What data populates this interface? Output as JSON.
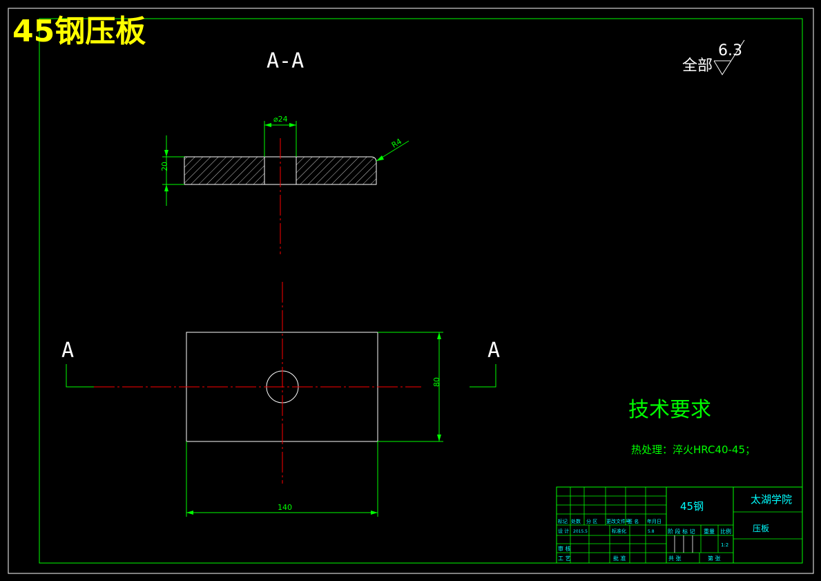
{
  "title": {
    "text": "45钢压板",
    "color": "#ffff00"
  },
  "section_label": "A-A",
  "roughness": {
    "prefix": "全部",
    "value": "6.3"
  },
  "dimensions": {
    "hole_diameter": "⌀24",
    "radius": "R4",
    "thickness": "20",
    "height": "80",
    "width": "140"
  },
  "section_markers": {
    "left": "A",
    "right": "A"
  },
  "technical_requirements": {
    "heading": "技术要求",
    "item": "热处理：淬火HRC40-45；"
  },
  "title_block": {
    "material": "45钢",
    "institution": "太湖学院",
    "part_name": "压板",
    "header_row": [
      "标记",
      "处数",
      "分 区",
      "更改文件号",
      "签 名",
      "年月日"
    ],
    "design_row": [
      "设 计",
      "2015.5",
      "标准化",
      "",
      "5.8"
    ],
    "stage_row": [
      "阶 段 标 记",
      "重量",
      "比例"
    ],
    "scale": "1:2",
    "review": "审 核",
    "process": "工 艺",
    "approve": "批 准",
    "sheets_total": "共 张",
    "sheet_no": "第 张"
  },
  "colors": {
    "background": "#000000",
    "border": "#00ff00",
    "outline": "#ffffff",
    "centerline": "#ff0000",
    "dimension": "#00ff00",
    "titleblock_text": "#00ffff"
  }
}
